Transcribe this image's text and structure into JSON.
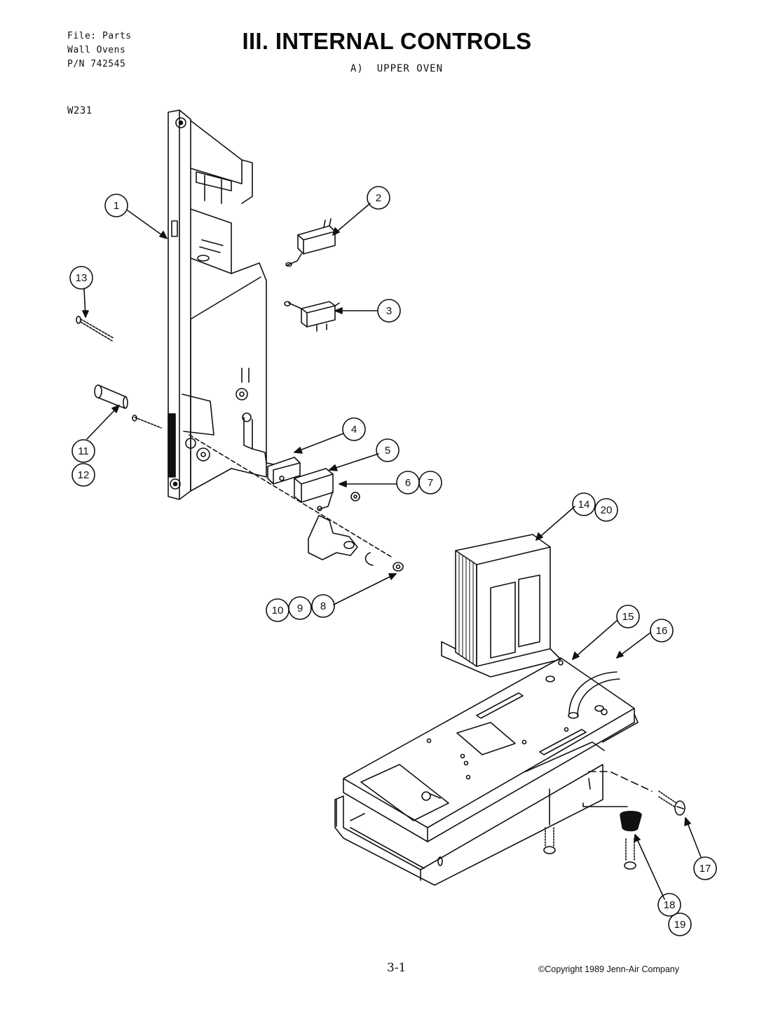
{
  "header": {
    "file_lines": [
      "File: Parts",
      "Wall Ovens",
      "P/N 742545"
    ],
    "model": "W231",
    "title": "III. INTERNAL CONTROLS",
    "subtitle": "A)  UPPER OVEN"
  },
  "footer": {
    "page_number": "3-1",
    "copyright": "©Copyright 1989 Jenn-Air Company"
  },
  "callouts": [
    "1",
    "2",
    "3",
    "4",
    "5",
    "6",
    "7",
    "8",
    "9",
    "10",
    "11",
    "12",
    "13",
    "14",
    "15",
    "16",
    "17",
    "18",
    "19",
    "20"
  ],
  "colors": {
    "ink": "#111111",
    "paper": "#ffffff"
  }
}
